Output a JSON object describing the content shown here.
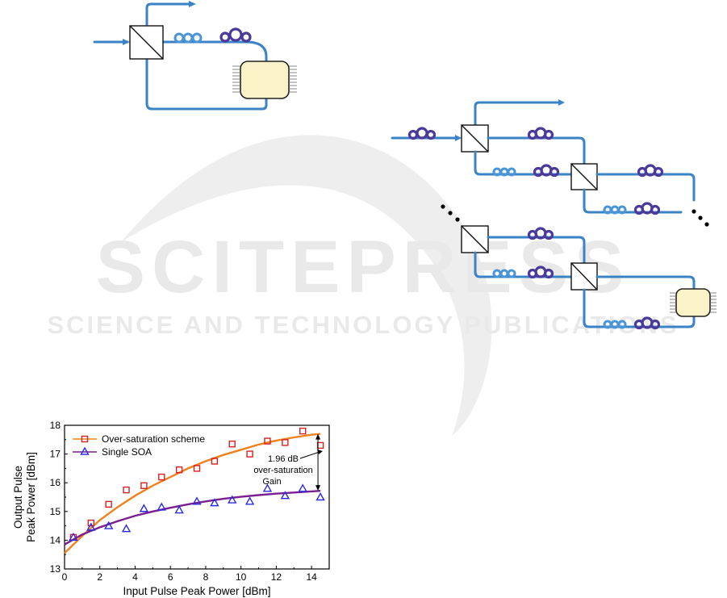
{
  "watermark": {
    "brand": "SCITEPRESS",
    "tagline": "SCIENCE AND TECHNOLOGY PUBLICATIONS"
  },
  "colors": {
    "fiber": "#3a83c6",
    "coil_light": "#4a95d6",
    "coil_dark": "#4b3a9a",
    "soa_fill": "#fbf3c8",
    "over_saturation": "#d82020",
    "over_saturation_fit": "#f0821e",
    "single_soa": "#2a2ae0",
    "single_soa_fit": "#7a1e90"
  },
  "chart_data": {
    "type": "scatter",
    "xlabel": "Input Pulse Peak Power [dBm]",
    "ylabel_lines": [
      "Output Pulse",
      "Peak Power [dBm]"
    ],
    "xlim": [
      0,
      15
    ],
    "ylim": [
      13,
      18
    ],
    "xticks": [
      0,
      2,
      4,
      6,
      8,
      10,
      12,
      14
    ],
    "yticks": [
      13,
      14,
      15,
      16,
      17,
      18
    ],
    "legend_position": "top-left",
    "series": [
      {
        "name": "Over-saturation scheme",
        "marker": "square",
        "x": [
          0.5,
          1.5,
          2.5,
          3.5,
          4.5,
          5.5,
          6.5,
          7.5,
          8.5,
          9.5,
          10.5,
          11.5,
          12.5,
          13.5,
          14.5
        ],
        "y": [
          14.1,
          14.6,
          15.25,
          15.75,
          15.9,
          16.2,
          16.45,
          16.5,
          16.75,
          17.35,
          17.0,
          17.45,
          17.4,
          17.8,
          17.3
        ],
        "fit": {
          "x": [
            0,
            1,
            2,
            3,
            4,
            5,
            6,
            7,
            8,
            9,
            10,
            11,
            12,
            13,
            14,
            14.5
          ],
          "y": [
            13.55,
            14.15,
            14.7,
            15.15,
            15.55,
            15.9,
            16.2,
            16.5,
            16.75,
            16.97,
            17.15,
            17.33,
            17.47,
            17.58,
            17.67,
            17.7
          ]
        }
      },
      {
        "name": "Single SOA",
        "marker": "triangle",
        "x": [
          0.5,
          1.5,
          2.5,
          3.5,
          4.5,
          5.5,
          6.5,
          7.5,
          8.5,
          9.5,
          10.5,
          11.5,
          12.5,
          13.5,
          14.5
        ],
        "y": [
          14.1,
          14.45,
          14.5,
          14.4,
          15.1,
          15.15,
          15.05,
          15.35,
          15.3,
          15.4,
          15.35,
          15.8,
          15.55,
          15.8,
          15.5
        ],
        "fit": {
          "x": [
            0,
            1,
            2,
            3,
            4,
            5,
            6,
            7,
            8,
            9,
            10,
            11,
            12,
            13,
            14,
            14.5
          ],
          "y": [
            13.85,
            14.2,
            14.45,
            14.66,
            14.85,
            15.0,
            15.13,
            15.25,
            15.35,
            15.44,
            15.51,
            15.57,
            15.62,
            15.66,
            15.7,
            15.72
          ]
        }
      }
    ],
    "annotation": {
      "lines": [
        "1.96 dB",
        "over-saturation",
        "Gain"
      ],
      "arrow_between_y": [
        15.72,
        17.7
      ],
      "arrow_at_x": 14.5
    }
  }
}
